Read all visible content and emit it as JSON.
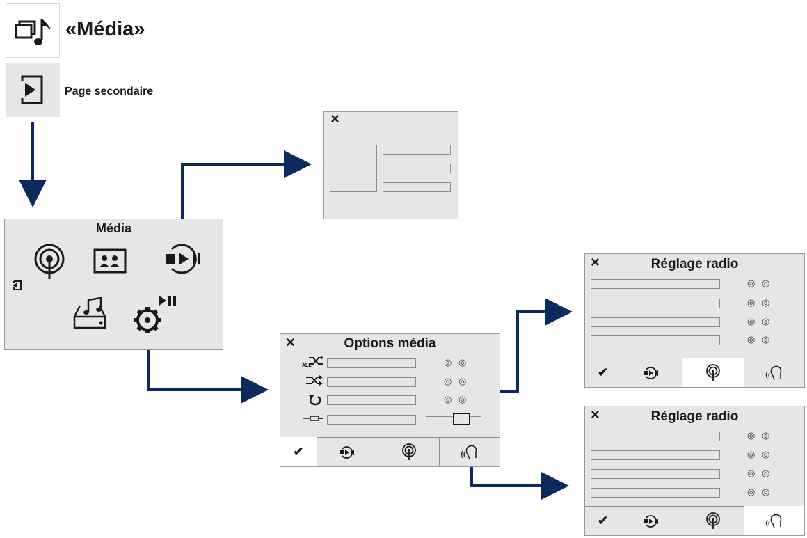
{
  "header": {
    "title": "«Média»",
    "subtitle": "Page secondaire",
    "media_icon": "media-note-icon",
    "subpage_icon": "enter-subpage-icon"
  },
  "media_panel": {
    "title": "Média",
    "icons": [
      "radio-icon",
      "slideshow-icon",
      "media-player-icon",
      "media-device-icon",
      "media-settings-icon",
      "back-icon"
    ]
  },
  "info_panel": {
    "close": "×"
  },
  "options_panel": {
    "title": "Options média",
    "close": "×",
    "rows": [
      {
        "icon": "shuffle-all-icon",
        "control": "◎ ◎"
      },
      {
        "icon": "shuffle-icon",
        "control": "◎ ◎"
      },
      {
        "icon": "repeat-icon",
        "control": "◎ ◎"
      },
      {
        "icon": "aux-cable-icon",
        "control": "slider"
      }
    ],
    "buttons": [
      "✔",
      "media-icon",
      "radio-icon",
      "voice-icon"
    ]
  },
  "radio_panel_top": {
    "title": "Réglage radio",
    "close": "×",
    "rows": [
      "◎ ◎",
      "◎ ◎",
      "◎ ◎",
      "◎ ◎"
    ],
    "buttons": [
      "✔",
      "media-icon",
      "radio-icon",
      "voice-icon"
    ]
  },
  "radio_panel_bottom": {
    "title": "Réglage radio",
    "close": "×",
    "rows": [
      "◎ ◎",
      "◎ ◎",
      "◎ ◎",
      "◎ ◎"
    ],
    "buttons": [
      "✔",
      "media-icon",
      "radio-icon",
      "voice-icon"
    ]
  },
  "colors": {
    "arrow": "#0c2a5e",
    "panel": "#e6e6e6",
    "border": "#9a9a9a"
  }
}
